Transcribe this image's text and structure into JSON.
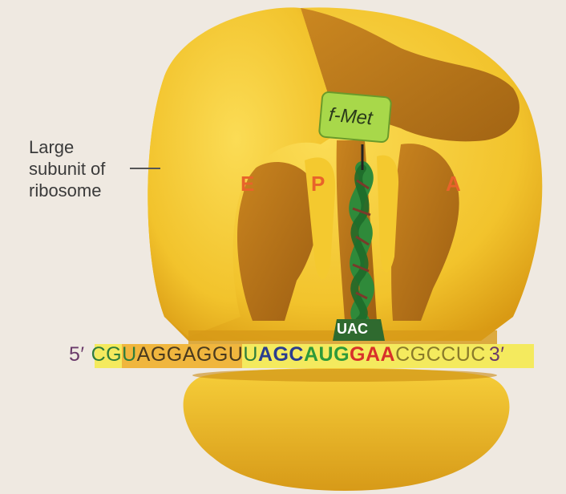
{
  "label": {
    "line1": "Large",
    "line2": "subunit of",
    "line3": "ribosome"
  },
  "sites": {
    "e": "E",
    "p": "P",
    "a": "A"
  },
  "trna": {
    "amino_acid": "f-Met",
    "anticodon": "UAC"
  },
  "mrna": {
    "five_prime": "5′",
    "three_prime": "3′",
    "segments": [
      {
        "text": "CGU",
        "color": "#2f7d3b",
        "weight": "normal"
      },
      {
        "text": "AGGAGGU",
        "color": "#4a3a1e",
        "weight": "normal"
      },
      {
        "text": "U",
        "color": "#2f7d3b",
        "weight": "normal"
      },
      {
        "text": "AGC",
        "color": "#2a3d8f",
        "weight": "bold"
      },
      {
        "text": "AUG",
        "color": "#2e9a3a",
        "weight": "bold"
      },
      {
        "text": "GAA",
        "color": "#d8312a",
        "weight": "bold"
      },
      {
        "text": "CGCCUC",
        "color": "#8a7a2a",
        "weight": "normal"
      }
    ]
  },
  "colors": {
    "ribosome": "#f2c32c",
    "ribosome_shadow": "#c98a12",
    "channel": "#b87418",
    "site_label": "#e8632a",
    "trna_box": "#a8d84a",
    "trna_body": "#2f8a3a"
  }
}
